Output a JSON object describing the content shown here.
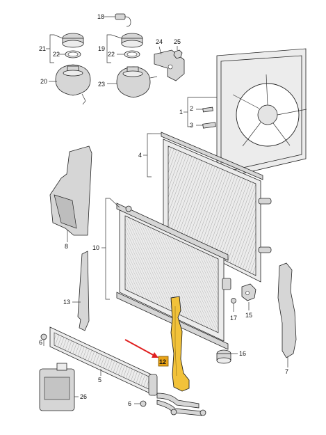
{
  "labels": {
    "p1": "1",
    "p2": "2",
    "p3": "3",
    "p4": "4",
    "p5": "5",
    "p6": "6",
    "p7": "7",
    "p8": "8",
    "p10": "10",
    "p12": "12",
    "p13": "13",
    "p15": "15",
    "p16": "16",
    "p17": "17",
    "p18": "18",
    "p19": "19",
    "p20": "20",
    "p21": "21",
    "p22": "22",
    "p23": "23",
    "p24": "24",
    "p25": "25",
    "p26": "26"
  },
  "colors": {
    "highlight_fill": "#f2c23a",
    "highlight_label": "#e8a317",
    "arrow": "#e02020",
    "part_gray": "#d6d6d6"
  },
  "highlighted_part": "12"
}
